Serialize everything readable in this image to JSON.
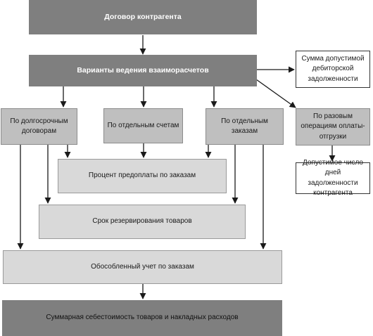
{
  "nodes": {
    "contract": "Договор контрагента",
    "variants": "Варианты ведения взаиморасчетов",
    "receivables": "Сумма допустимой дебиторской задолженности",
    "long_term": "По долгосрочным договорам",
    "by_accounts": "По отдельным счетам",
    "by_orders": "По отдельным заказам",
    "one_time": "По разовым операциям оплаты-отгрузки",
    "allowed_days": "Допустимое число дней задолженности контрагента",
    "prepayment": "Процент предоплаты по заказам",
    "reservation": "Срок резервирования товаров",
    "separate": "Обособленный учет по заказам",
    "total_cost": "Суммарная себестоимость товаров и накладных расходов"
  },
  "colors": {
    "dark": "#7f7f7f",
    "mid": "#bfbfbf",
    "light": "#d9d9d9",
    "arrow": "#1a1a1a"
  }
}
